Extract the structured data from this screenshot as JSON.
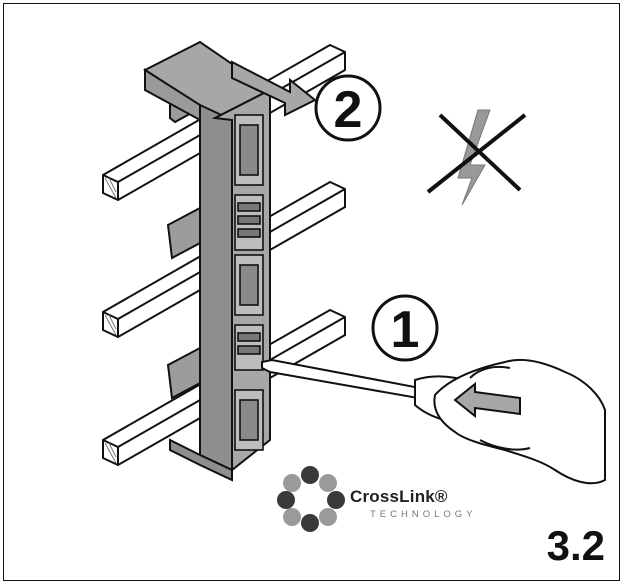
{
  "steps": {
    "step1": "1",
    "step2": "2"
  },
  "logo": {
    "name": "CrossLink®",
    "sub": "TECHNOLOGY"
  },
  "figure_number": "3.2",
  "colors": {
    "housing": "#a7a7a7",
    "housing_dark": "#7e7e7e",
    "outline": "#111111",
    "rail": "#ffffff",
    "logo_dark": "#3a3a3a",
    "logo_light": "#9a9a9a"
  },
  "icons": {
    "no_voltage": "crossed-lightning-icon",
    "logo": "crosslink-logo-icon"
  }
}
